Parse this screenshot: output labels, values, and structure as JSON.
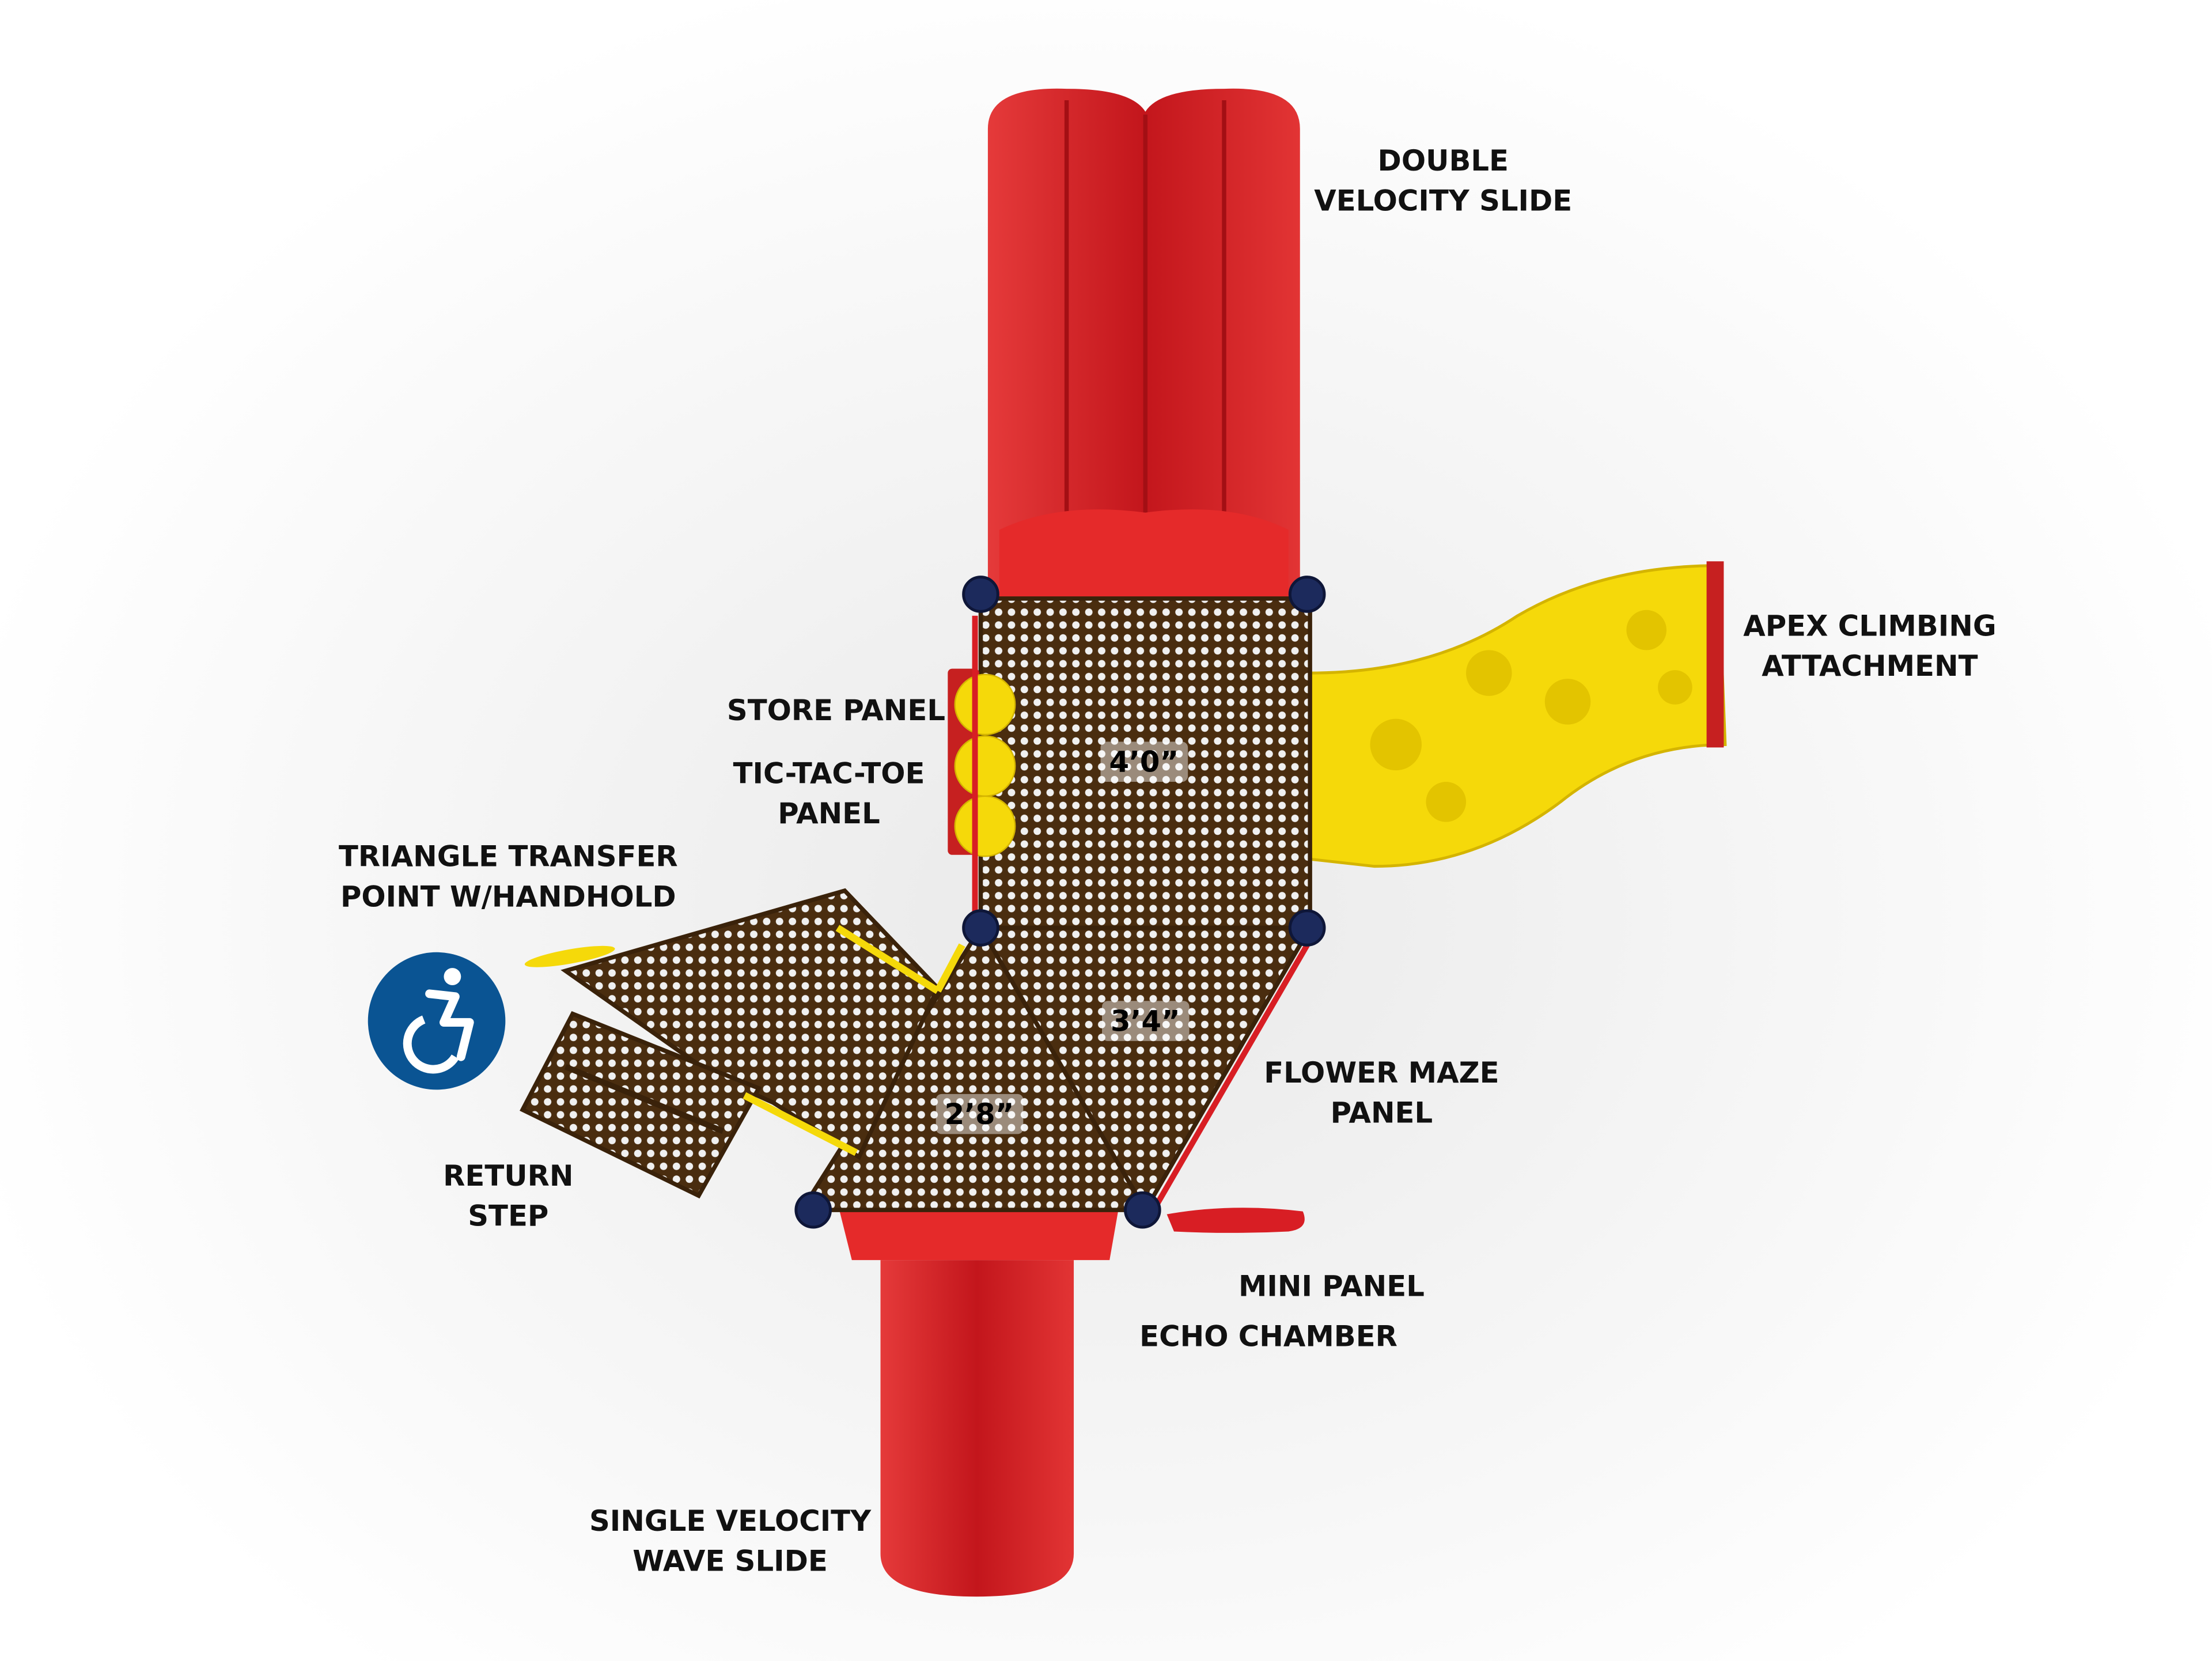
{
  "labels": {
    "double_slide": [
      "DOUBLE",
      "VELOCITY SLIDE"
    ],
    "apex": [
      "APEX CLIMBING",
      "ATTACHMENT"
    ],
    "store_panel": "STORE PANEL",
    "tictactoe": [
      "TIC-TAC-TOE",
      "PANEL"
    ],
    "triangle_transfer": [
      "TRIANGLE TRANSFER",
      "POINT W/HANDHOLD"
    ],
    "return_step": [
      "RETURN",
      "STEP"
    ],
    "flower_maze": [
      "FLOWER MAZE",
      "PANEL"
    ],
    "mini_panel": "MINI PANEL",
    "echo_chamber": "ECHO CHAMBER",
    "single_slide": [
      "SINGLE VELOCITY",
      "WAVE SLIDE"
    ]
  },
  "deck_heights": {
    "top": "4’0”",
    "middle": "3’4”",
    "low": "2’8”"
  },
  "icons": {
    "accessibility": "accessible-wheelchair-icon"
  },
  "colors": {
    "slide": "#d81e24",
    "climber": "#f5d90a",
    "deck": "#4a2d0f",
    "post": "#1c2a5c",
    "accessibility": "#0a5493"
  }
}
